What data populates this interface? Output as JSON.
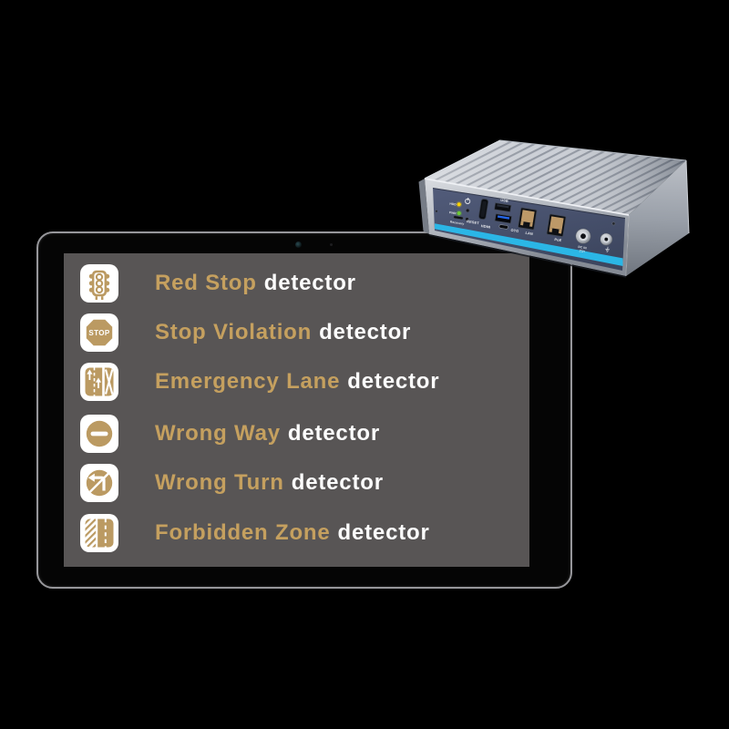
{
  "colors": {
    "gold_text": "#c5a05f",
    "gold_icon": "#bb9a62",
    "screen_bg": "#585555",
    "stripe": "#2bb6e6",
    "panel": "#475068",
    "hdd_led": "#ffd400",
    "pwr_led": "#6cc832"
  },
  "tablet": {
    "rows": [
      {
        "icon": "traffic-light",
        "highlight": "Red Stop",
        "rest": "detector"
      },
      {
        "icon": "stop-sign",
        "highlight": "Stop Violation",
        "rest": "detector"
      },
      {
        "icon": "emergency-lane",
        "highlight": "Emergency Lane",
        "rest": "detector"
      },
      {
        "icon": "no-entry",
        "highlight": "Wrong Way",
        "rest": "detector"
      },
      {
        "icon": "no-left-turn",
        "highlight": "Wrong Turn",
        "rest": "detector"
      },
      {
        "icon": "forbidden-zone",
        "highlight": "Forbidden Zone",
        "rest": "detector"
      }
    ],
    "stop_sign_text": "STOP"
  },
  "device": {
    "indicators": [
      {
        "label": "HDD",
        "color": "#ffd400"
      },
      {
        "label": "PWR",
        "color": "#6cc832"
      }
    ],
    "labels": {
      "recovery": "Recovery",
      "reset": "RESET",
      "hdmi": "HDMI",
      "usb": "USB",
      "otg": "OTG",
      "lan": "LAN",
      "poe": "PoE",
      "dc_in": "DC IN"
    }
  }
}
